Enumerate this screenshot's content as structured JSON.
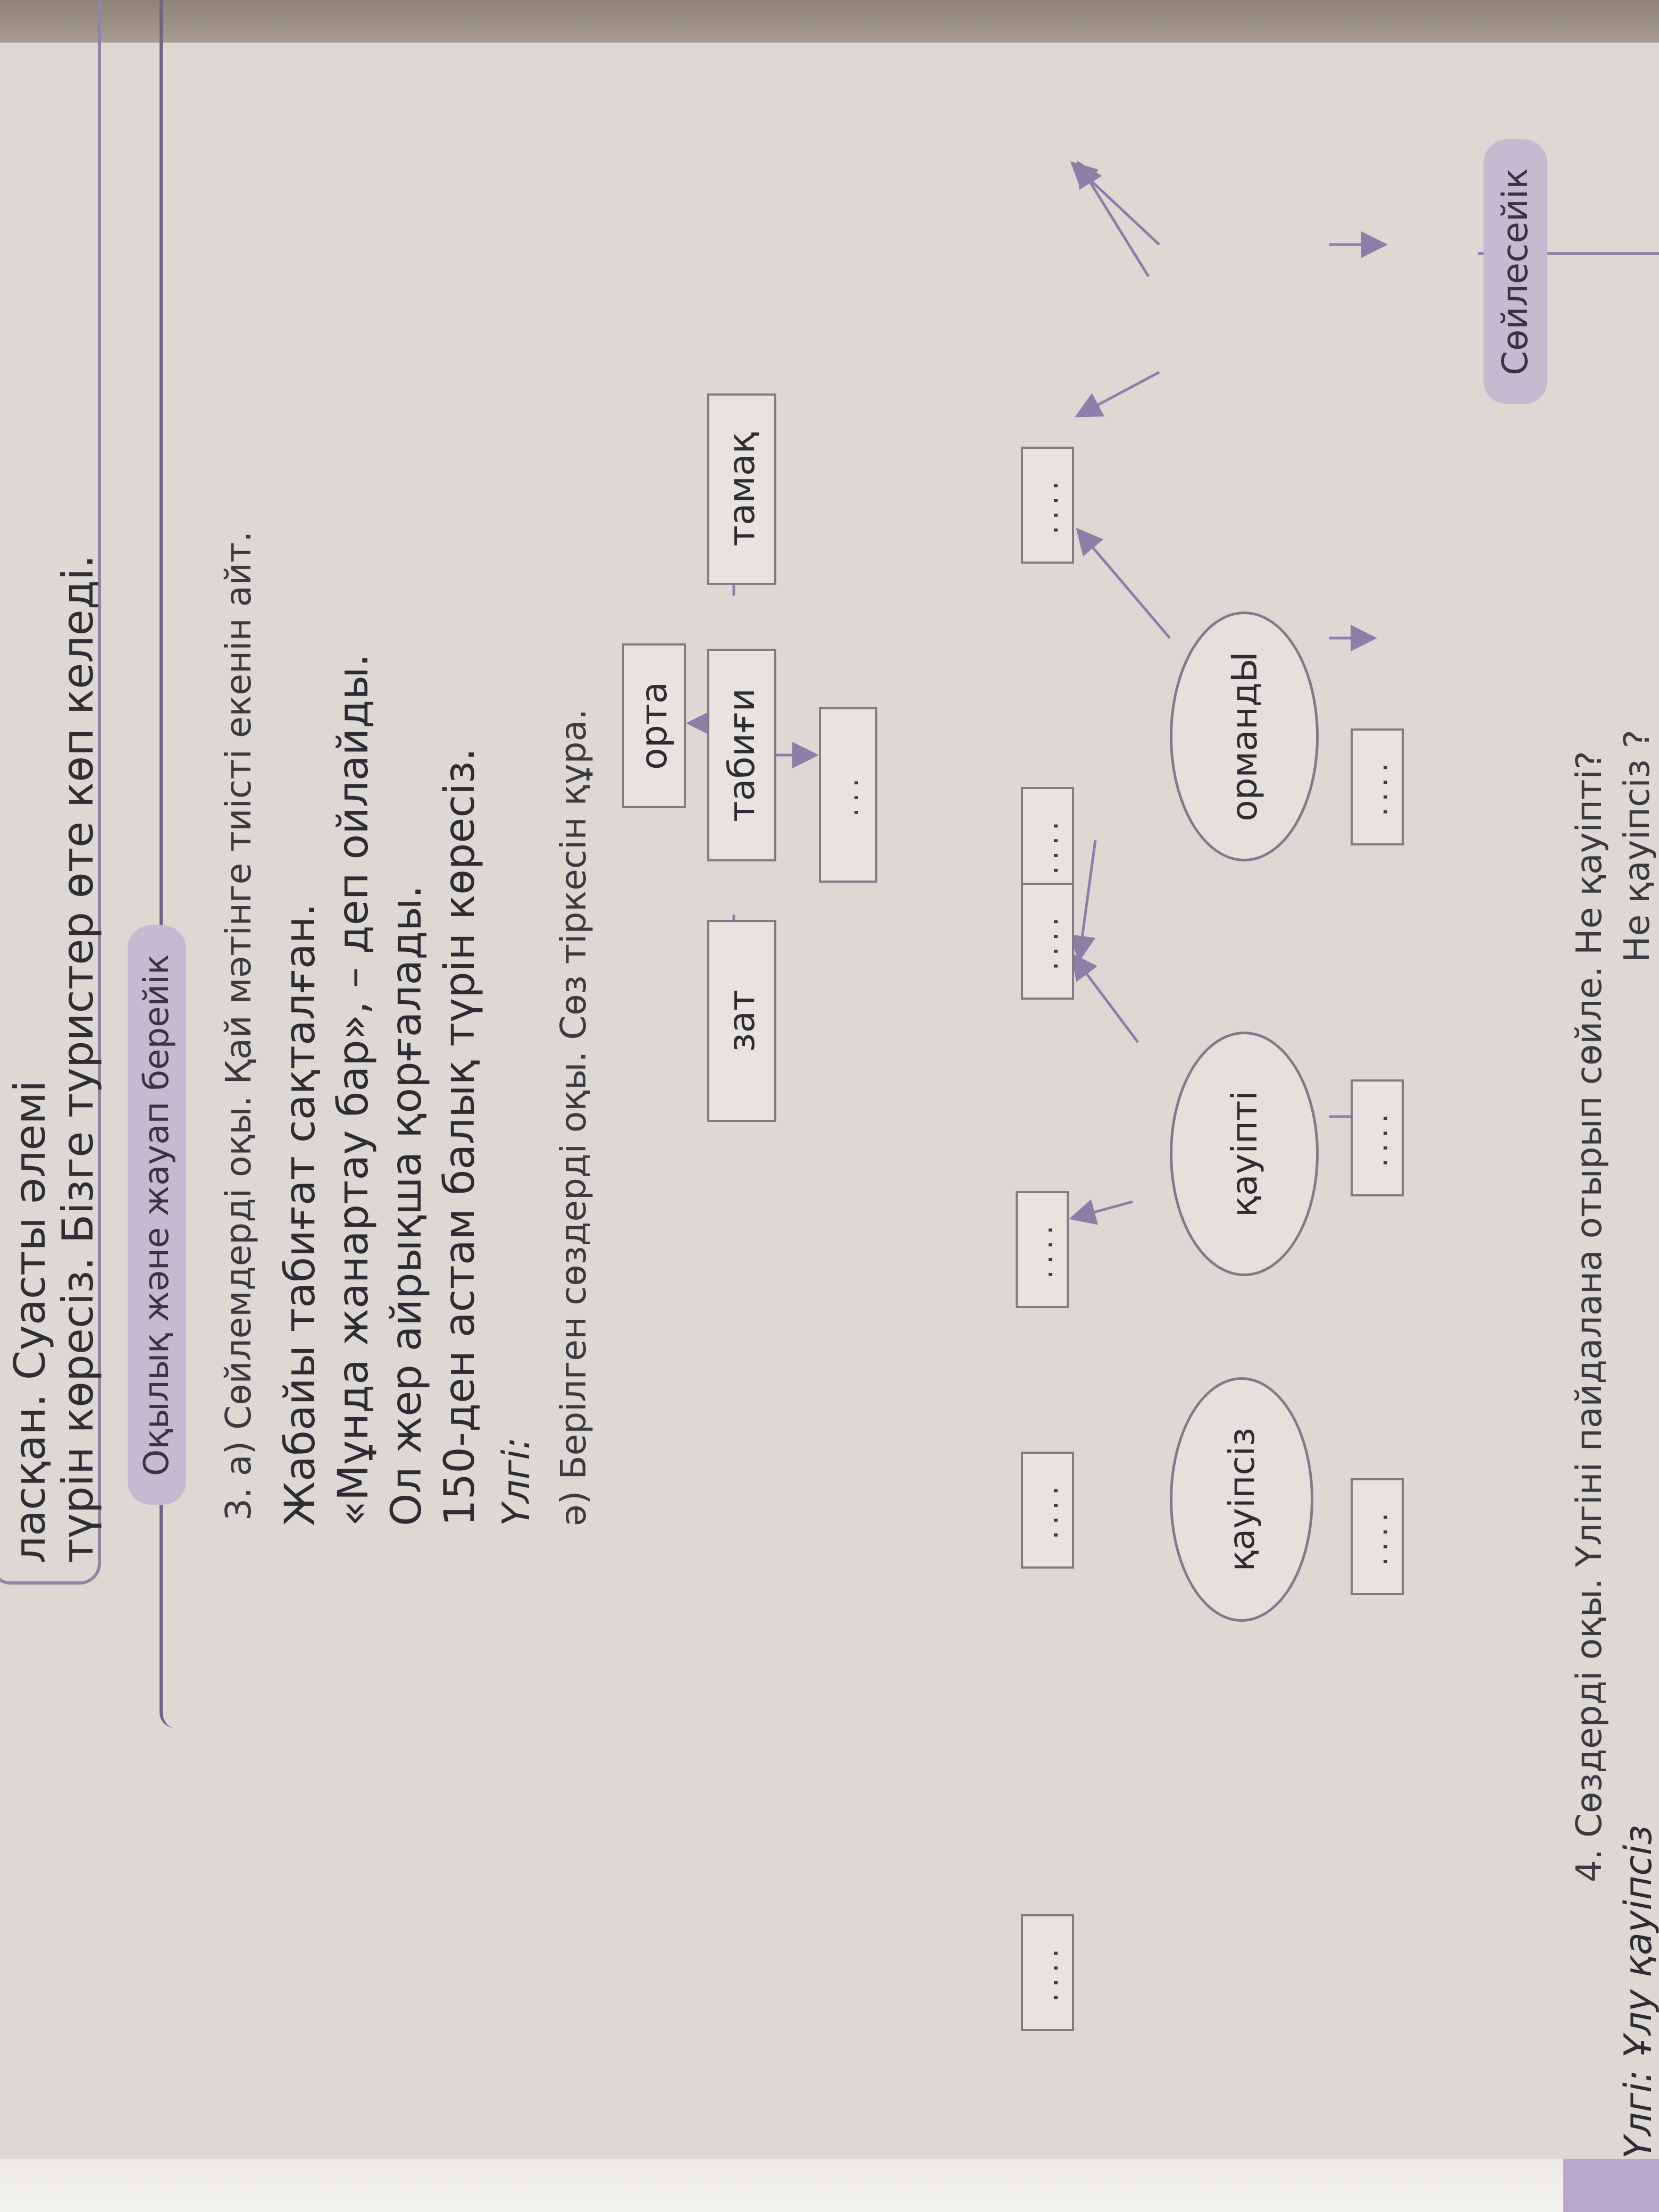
{
  "top": {
    "line1": "ласқан. Суасты әлемі",
    "line2": "түрін көресіз. Бізге туристер өте көп келеді."
  },
  "section1": {
    "title": "Оқылық және жауап берейік"
  },
  "exercise3": {
    "instruction": "3. а) Сөйлемдерді оқы. Қай мәтінге тиісті екенін айт.",
    "sentences": [
      "Жабайы табиғат сақталған.",
      "«Мұнда жанартау бар», – деп ойлайды.",
      "Ол жер айрықша қорғалады.",
      "150-ден астам балық түрін көресіз."
    ],
    "ulgi": "Үлгі:",
    "b_instruction": "ә) Берілген сөздерді оқы. Сөз тіркесін құра."
  },
  "diagram": {
    "center": "табиғи",
    "top_word": "орта",
    "left_word": "тамақ",
    "right_word": "зат",
    "below_placeholder": "...",
    "ellipses": [
      "ормандЫ",
      "қауіпті",
      "қауіпсіз"
    ],
    "placeholder": "...."
  },
  "section2": {
    "title": "Сөйлесейік"
  },
  "exercise4": {
    "instruction": "4. Сөздерді оқы. Үлгіні пайдалана отырып сөйле. Не қауіпті?",
    "question": "Не қауіпсіз ?",
    "example": "Үлгі: Ұлу қауіпсіз"
  },
  "colors": {
    "accent": "#c3bcd1",
    "line": "#8f86a3"
  }
}
